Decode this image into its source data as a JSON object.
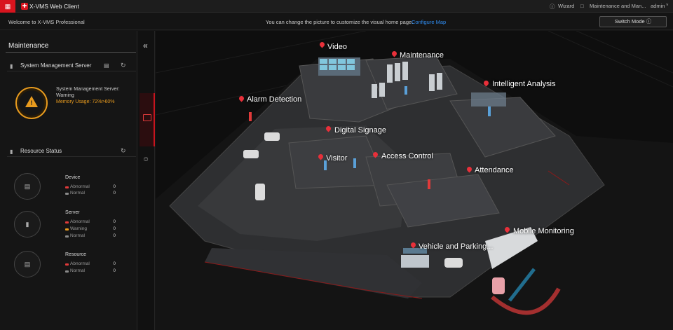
{
  "app": {
    "name": "X-VMS Web Client"
  },
  "topbar": {
    "wizard": "Wizard",
    "module": "Maintenance and Man...",
    "user": "admin"
  },
  "subbar": {
    "welcome": "Welcome to X-VMS Professional",
    "notice": "You can change the picture to customize the visual home page.",
    "configure_map": "Configure Map",
    "switch_mode": "Switch Mode"
  },
  "sidebar": {
    "title": "Maintenance",
    "sms": {
      "title": "System Management Server",
      "status_line1": "System Management Server:",
      "status_line2": "Warning",
      "memory": "Memory Usage: 72%>60%"
    },
    "resource": {
      "title": "Resource Status",
      "groups": [
        {
          "name": "Device",
          "rows": [
            {
              "label": "Abnormal",
              "value": "0"
            },
            {
              "label": "Normal",
              "value": "0"
            }
          ]
        },
        {
          "name": "Server",
          "rows": [
            {
              "label": "Abnormal",
              "value": "0"
            },
            {
              "label": "Warning",
              "value": "0"
            },
            {
              "label": "Normal",
              "value": "0"
            }
          ]
        },
        {
          "name": "Resource",
          "rows": [
            {
              "label": "Abnormal",
              "value": "0"
            },
            {
              "label": "Normal",
              "value": "0"
            }
          ]
        }
      ]
    }
  },
  "map_labels": {
    "video": "Video",
    "maintenance": "Maintenance",
    "intelligent_analysis": "Intelligent Analysis",
    "alarm_detection": "Alarm Detection",
    "digital_signage": "Digital Signage",
    "visitor": "Visitor",
    "access_control": "Access Control",
    "attendance": "Attendance",
    "mobile_monitoring": "Mobile Monitoring",
    "vehicle_parking": "Vehicle and Parking..."
  },
  "colors": {
    "accent": "#d8141e",
    "warning": "#e89b1e",
    "link": "#2f8cf0",
    "abnormal": "#e03a3a",
    "normal": "#8a8a8a"
  }
}
